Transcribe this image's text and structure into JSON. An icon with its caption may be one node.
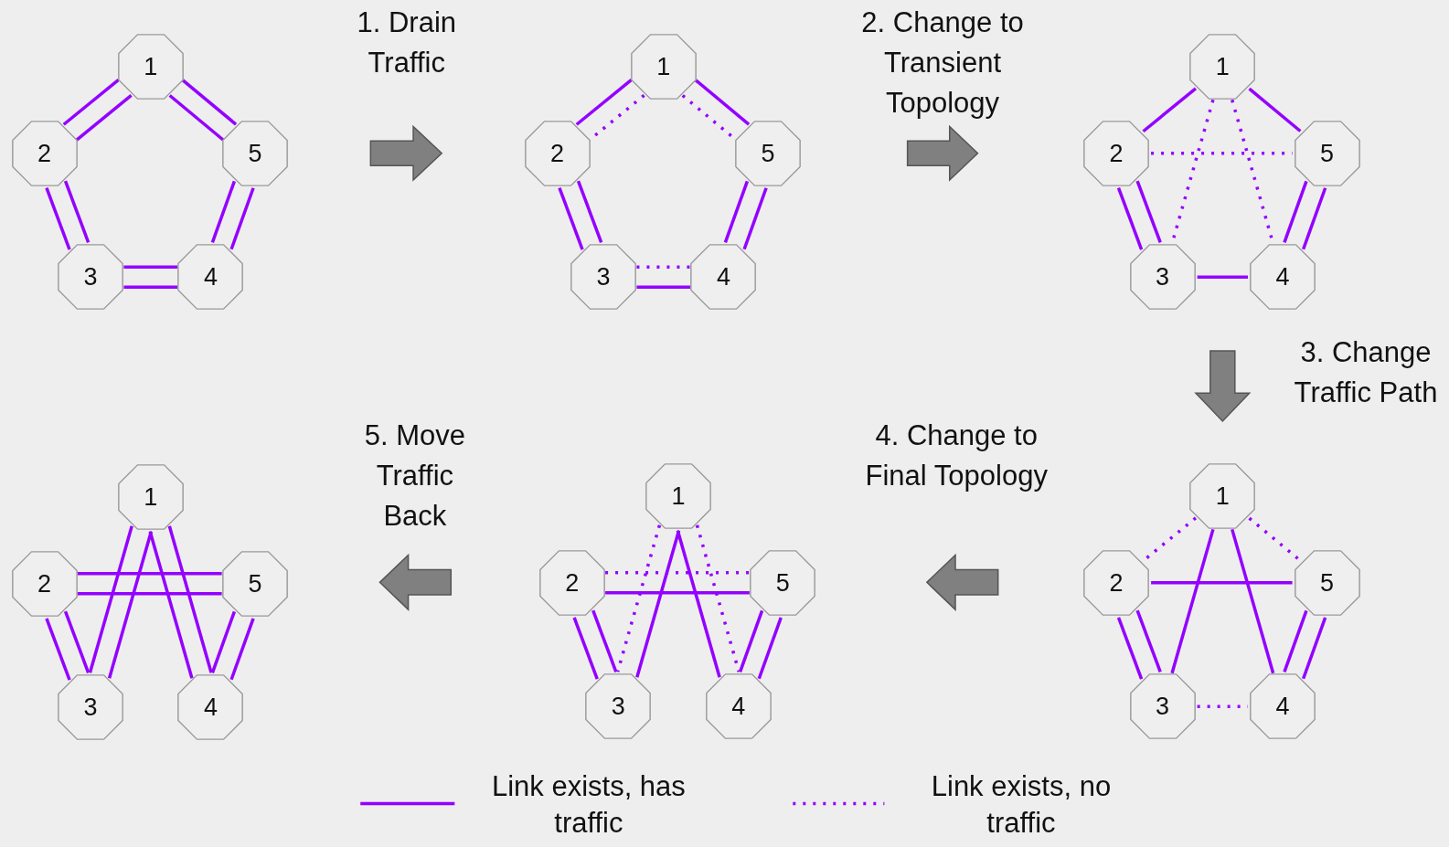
{
  "diagram": {
    "nodes": [
      {
        "text": [
          "1"
        ]
      },
      {
        "text": [
          "2"
        ]
      },
      {
        "text": [
          "5"
        ]
      },
      {
        "text": [
          "3"
        ]
      },
      {
        "text": [
          "4"
        ]
      },
      {
        "text": [
          "1"
        ]
      },
      {
        "text": [
          "2"
        ]
      },
      {
        "text": [
          "5"
        ]
      },
      {
        "text": [
          "3"
        ]
      },
      {
        "text": [
          "4"
        ]
      },
      {
        "text": [
          "1"
        ]
      },
      {
        "text": [
          "2"
        ]
      },
      {
        "text": [
          "5"
        ]
      },
      {
        "text": [
          "3"
        ]
      },
      {
        "text": [
          "4"
        ]
      },
      {
        "text": [
          "1"
        ]
      },
      {
        "text": [
          "2"
        ]
      },
      {
        "text": [
          "5"
        ]
      },
      {
        "text": [
          "3"
        ]
      },
      {
        "text": [
          "4"
        ]
      },
      {
        "text": [
          "1"
        ]
      },
      {
        "text": [
          "2"
        ]
      },
      {
        "text": [
          "5"
        ]
      },
      {
        "text": [
          "3"
        ]
      },
      {
        "text": [
          "4"
        ]
      },
      {
        "text": [
          "1"
        ]
      },
      {
        "text": [
          "2"
        ]
      },
      {
        "text": [
          "5"
        ]
      },
      {
        "text": [
          "3"
        ]
      },
      {
        "text": [
          "4"
        ]
      }
    ],
    "edges": [
      {
        "from": 0,
        "to": 1,
        "arrow": "none"
      },
      {
        "from": 0,
        "to": 1,
        "arrow": "none"
      },
      {
        "from": 0,
        "to": 2,
        "arrow": "none"
      },
      {
        "from": 0,
        "to": 2,
        "arrow": "none"
      },
      {
        "from": 1,
        "to": 3,
        "arrow": "none"
      },
      {
        "from": 1,
        "to": 3,
        "arrow": "none"
      },
      {
        "from": 2,
        "to": 4,
        "arrow": "none"
      },
      {
        "from": 2,
        "to": 4,
        "arrow": "none"
      },
      {
        "from": 3,
        "to": 4,
        "arrow": "none"
      },
      {
        "from": 3,
        "to": 4,
        "arrow": "none"
      },
      {
        "from": 5,
        "to": 6,
        "arrow": "none",
        "style": "dashed"
      },
      {
        "from": 5,
        "to": 6,
        "arrow": "none"
      },
      {
        "from": 5,
        "to": 7,
        "arrow": "none"
      },
      {
        "from": 5,
        "to": 7,
        "arrow": "none",
        "style": "dashed"
      },
      {
        "from": 6,
        "to": 8,
        "arrow": "none"
      },
      {
        "from": 6,
        "to": 8,
        "arrow": "none"
      },
      {
        "from": 7,
        "to": 9,
        "arrow": "none"
      },
      {
        "from": 7,
        "to": 9,
        "arrow": "none"
      },
      {
        "from": 8,
        "to": 9,
        "arrow": "none",
        "style": "dashed"
      },
      {
        "from": 8,
        "to": 9,
        "arrow": "none"
      },
      {
        "from": 10,
        "to": 11,
        "arrow": "none"
      },
      {
        "from": 10,
        "to": 12,
        "arrow": "none"
      },
      {
        "from": 11,
        "to": 12,
        "arrow": "none",
        "style": "dashed"
      },
      {
        "from": 10,
        "to": 13,
        "arrow": "none",
        "style": "dashed"
      },
      {
        "from": 10,
        "to": 14,
        "arrow": "none",
        "style": "dashed"
      },
      {
        "from": 11,
        "to": 13,
        "arrow": "none"
      },
      {
        "from": 11,
        "to": 13,
        "arrow": "none"
      },
      {
        "from": 12,
        "to": 14,
        "arrow": "none"
      },
      {
        "from": 12,
        "to": 14,
        "arrow": "none"
      },
      {
        "from": 13,
        "to": 14,
        "arrow": "none"
      },
      {
        "from": 15,
        "to": 18,
        "arrow": "none"
      },
      {
        "from": 15,
        "to": 18,
        "arrow": "none"
      },
      {
        "from": 15,
        "to": 19,
        "arrow": "none"
      },
      {
        "from": 15,
        "to": 19,
        "arrow": "none"
      },
      {
        "from": 16,
        "to": 17,
        "arrow": "none"
      },
      {
        "from": 16,
        "to": 17,
        "arrow": "none"
      },
      {
        "from": 16,
        "to": 18,
        "arrow": "none"
      },
      {
        "from": 16,
        "to": 18,
        "arrow": "none"
      },
      {
        "from": 17,
        "to": 19,
        "arrow": "none"
      },
      {
        "from": 17,
        "to": 19,
        "arrow": "none"
      },
      {
        "from": 20,
        "to": 23,
        "arrow": "none"
      },
      {
        "from": 20,
        "to": 23,
        "arrow": "none",
        "style": "dashed"
      },
      {
        "from": 20,
        "to": 24,
        "arrow": "none",
        "style": "dashed"
      },
      {
        "from": 20,
        "to": 24,
        "arrow": "none"
      },
      {
        "from": 21,
        "to": 22,
        "arrow": "none",
        "style": "dashed"
      },
      {
        "from": 21,
        "to": 22,
        "arrow": "none"
      },
      {
        "from": 21,
        "to": 23,
        "arrow": "none"
      },
      {
        "from": 21,
        "to": 23,
        "arrow": "none"
      },
      {
        "from": 22,
        "to": 24,
        "arrow": "none"
      },
      {
        "from": 22,
        "to": 24,
        "arrow": "none"
      },
      {
        "from": 25,
        "to": 26,
        "arrow": "none",
        "style": "dashed"
      },
      {
        "from": 25,
        "to": 27,
        "arrow": "none",
        "style": "dashed"
      },
      {
        "from": 26,
        "to": 27,
        "arrow": "none"
      },
      {
        "from": 25,
        "to": 28,
        "arrow": "none"
      },
      {
        "from": 25,
        "to": 29,
        "arrow": "none"
      },
      {
        "from": 26,
        "to": 28,
        "arrow": "none"
      },
      {
        "from": 26,
        "to": 28,
        "arrow": "none"
      },
      {
        "from": 27,
        "to": 29,
        "arrow": "none"
      },
      {
        "from": 27,
        "to": 29,
        "arrow": "none"
      },
      {
        "from": 28,
        "to": 29,
        "arrow": "none",
        "style": "dashed"
      }
    ],
    "labels": [
      "1. Drain Traffic",
      "2. Change to Transient Topology",
      "3. Change Traffic Path",
      "4. Change to Final Topology",
      "5. Move Traffic Back"
    ],
    "legend": [
      {
        "text": "Link exists, has traffic"
      },
      {
        "text": "Link exists, no traffic"
      }
    ]
  }
}
